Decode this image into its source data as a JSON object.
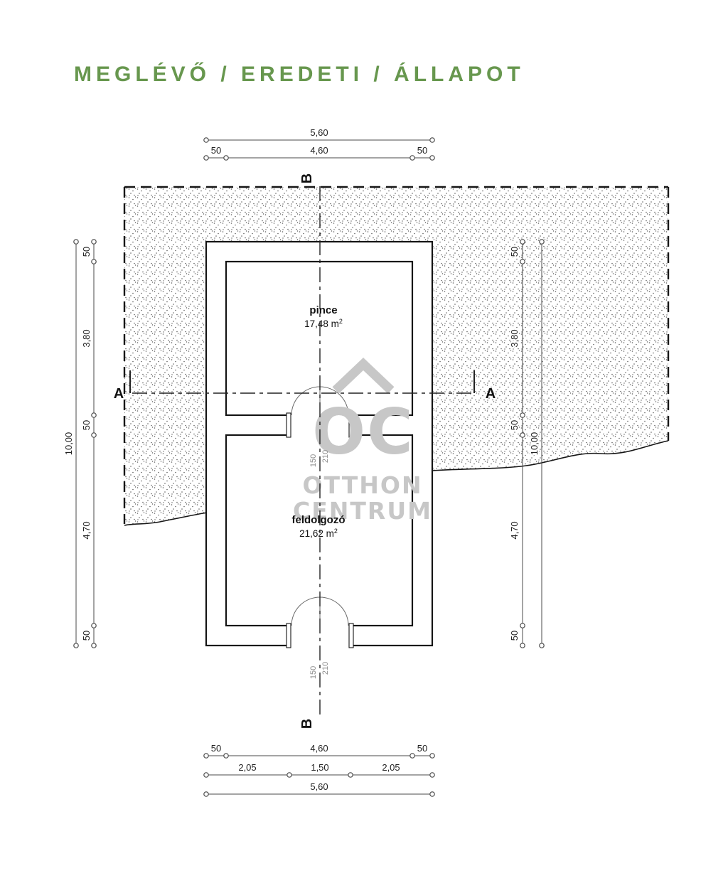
{
  "title": "MEGLÉVŐ / EREDETI / ÁLLAPOT",
  "colors": {
    "title_green": "#67974e",
    "line_black": "#141414",
    "watermark_gray": "#c7c7c7",
    "stipple_gray": "#606060"
  },
  "watermark": {
    "oc": "OC",
    "otthon": "OTTHON",
    "centrum": "CENTRUM"
  },
  "rooms": {
    "pince": {
      "name": "pince",
      "area": "17,48 m",
      "sup": "2"
    },
    "feldolgozo": {
      "name": "feldolgozó",
      "area": "21,62 m",
      "sup": "2"
    }
  },
  "sections": {
    "a": "A",
    "b": "B"
  },
  "dims": {
    "top_total": "5,60",
    "top_segments": [
      "50",
      "4,60",
      "50"
    ],
    "left_total": "10,00",
    "left_segments": [
      "50",
      "3,80",
      "50",
      "4,70",
      "50"
    ],
    "right_total": "10,00",
    "right_segments": [
      "50",
      "3,80",
      "50",
      "4,70",
      "50"
    ],
    "bottom_row1": [
      "50",
      "4,60",
      "50"
    ],
    "bottom_row2": [
      "2,05",
      "1,50",
      "2,05"
    ],
    "bottom_total": "5,60",
    "door_width": "150",
    "door_height": "210"
  }
}
